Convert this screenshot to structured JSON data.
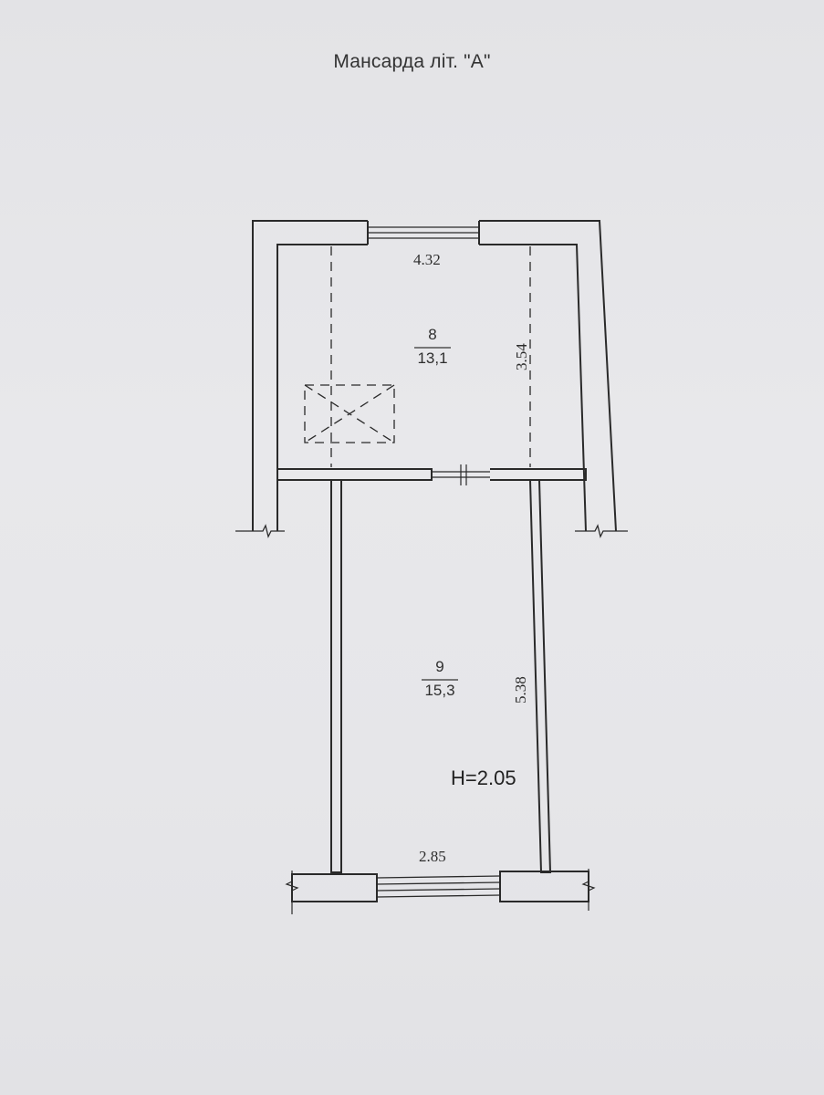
{
  "title": "Мансарда літ. \"А\"",
  "rooms": [
    {
      "number": "8",
      "area": "13,1",
      "width": "4.32",
      "length": "3.54"
    },
    {
      "number": "9",
      "area": "15,3",
      "width": "2.85",
      "length": "5.38"
    }
  ],
  "ceiling_height": "H=2.05"
}
